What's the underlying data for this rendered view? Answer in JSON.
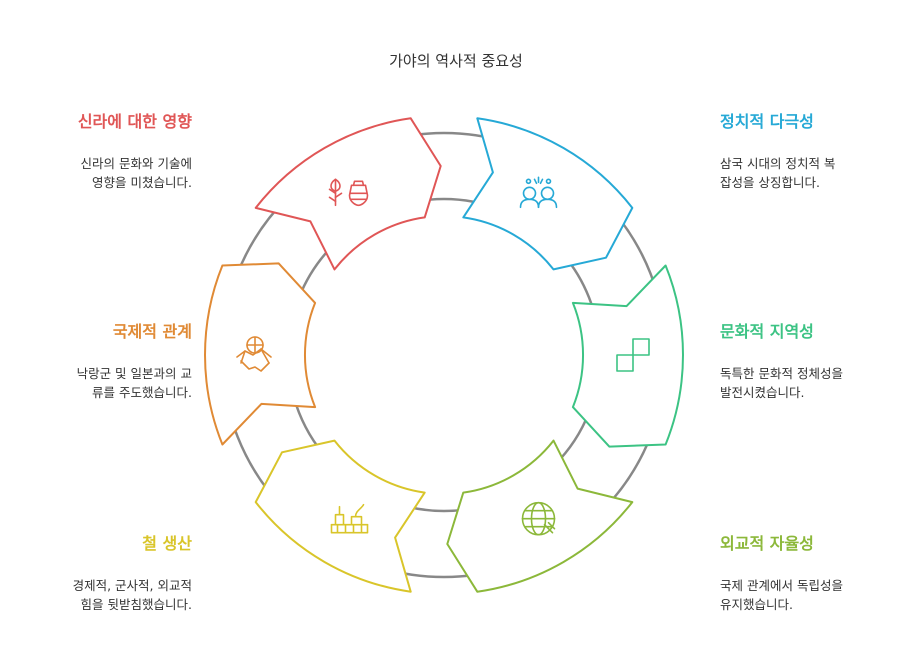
{
  "title": "가야의 역사적 중요성",
  "items": [
    {
      "title": "신라에 대한 영향",
      "desc": [
        "신라의 문화와 기술에",
        "영향을 미쳤습니다."
      ],
      "color": "#e05656",
      "icon": "wheat-and-pot-icon"
    },
    {
      "title": "정치적 다극성",
      "desc": [
        "삼국 시대의 정치적 복",
        "잡성을 상징합니다."
      ],
      "color": "#26a9d6",
      "icon": "people-group-icon"
    },
    {
      "title": "문화적 지역성",
      "desc": [
        "독특한 문화적 정체성을",
        "발전시켰습니다."
      ],
      "color": "#3cc384",
      "icon": "squares-icon"
    },
    {
      "title": "외교적 자율성",
      "desc": [
        "국제 관계에서 독립성을",
        "유지했습니다."
      ],
      "color": "#8cb83a",
      "icon": "globe-handshake-icon"
    },
    {
      "title": "철 생산",
      "desc": [
        "경제적, 군사적, 외교적",
        "힘을 뒷받침했습니다."
      ],
      "color": "#d9c52a",
      "icon": "factory-icon"
    },
    {
      "title": "국제적 관계",
      "desc": [
        "낙랑군 및 일본과의 교",
        "류를 주도했습니다."
      ],
      "color": "#e08a35",
      "icon": "handshake-globe-icon"
    }
  ]
}
